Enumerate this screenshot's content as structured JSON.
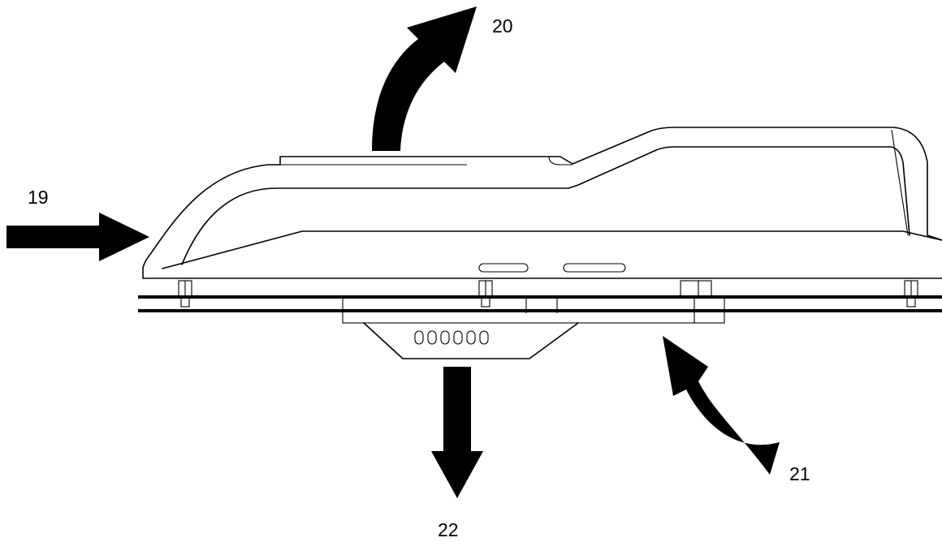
{
  "callouts": {
    "c19": "19",
    "c20": "20",
    "c21": "21",
    "c22": "22"
  },
  "colors": {
    "line": "#000000",
    "background": "#ffffff"
  }
}
